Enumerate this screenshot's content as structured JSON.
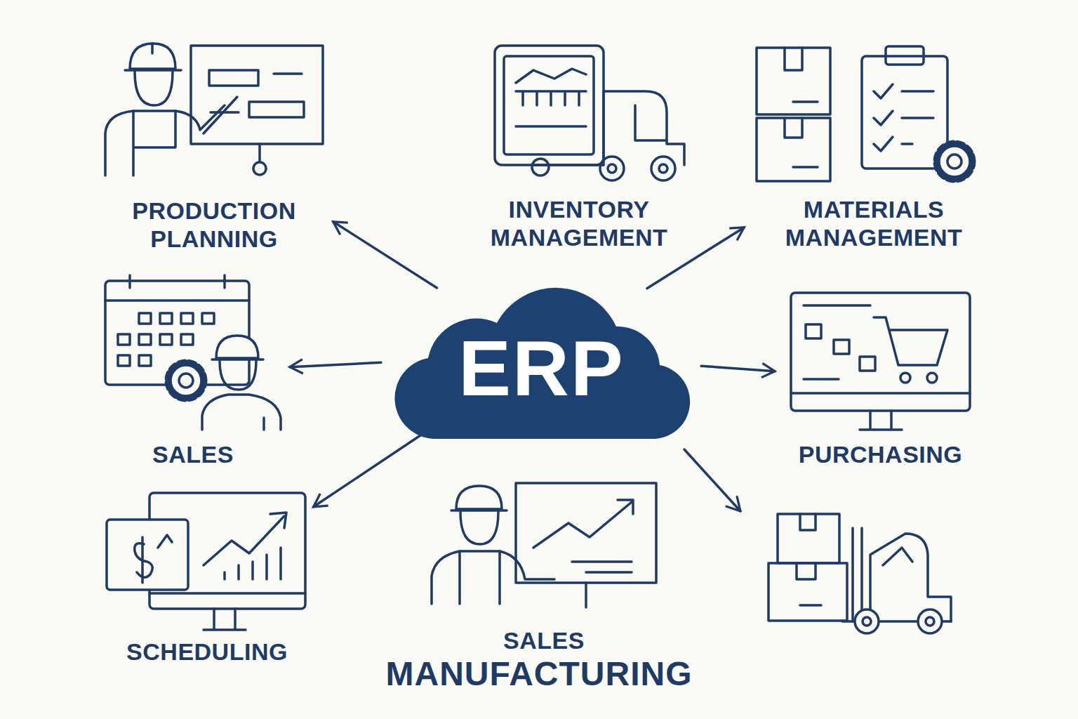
{
  "diagram": {
    "caption": "MANUFACTURING",
    "nodes": [
      {
        "text": [
          "ERP"
        ]
      },
      {
        "text": [
          "PRODUCTION PLANNING"
        ]
      },
      {
        "text": [
          "INVENTORY MANAGEMENT"
        ]
      },
      {
        "text": [
          "MATERIALS MANAGEMENT"
        ]
      },
      {
        "text": [
          "SALES"
        ]
      },
      {
        "text": [
          "PURCHASING"
        ]
      },
      {
        "text": [
          "SCHEDULING"
        ]
      },
      {
        "text": [
          "SALES"
        ]
      }
    ],
    "edges": [
      {
        "from": 0,
        "to": 1,
        "arrow": "to"
      },
      {
        "from": 0,
        "to": 3,
        "arrow": "to"
      },
      {
        "from": 0,
        "to": 4,
        "arrow": "to"
      },
      {
        "from": 0,
        "to": 5,
        "arrow": "to"
      },
      {
        "from": 0,
        "to": 6,
        "arrow": "to"
      }
    ]
  }
}
